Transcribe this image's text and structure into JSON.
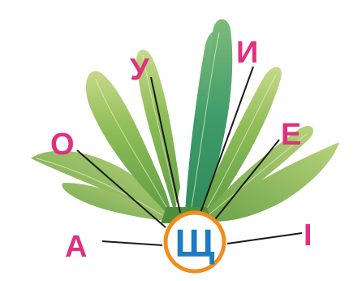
{
  "center": {
    "letter": "Щ",
    "ring_color": "#f28c1c",
    "letter_color": "#1e7bc4"
  },
  "letters": [
    {
      "id": "a",
      "text": "А"
    },
    {
      "id": "o",
      "text": "О"
    },
    {
      "id": "u",
      "text": "У"
    },
    {
      "id": "y",
      "text": "И"
    },
    {
      "id": "ye",
      "text": "Е"
    },
    {
      "id": "i",
      "text": "І"
    }
  ],
  "colors": {
    "letter": "#e0307f",
    "line": "#1a1a1a",
    "leaf_dark": "#3f8f55",
    "leaf_light": "#9ec463"
  }
}
